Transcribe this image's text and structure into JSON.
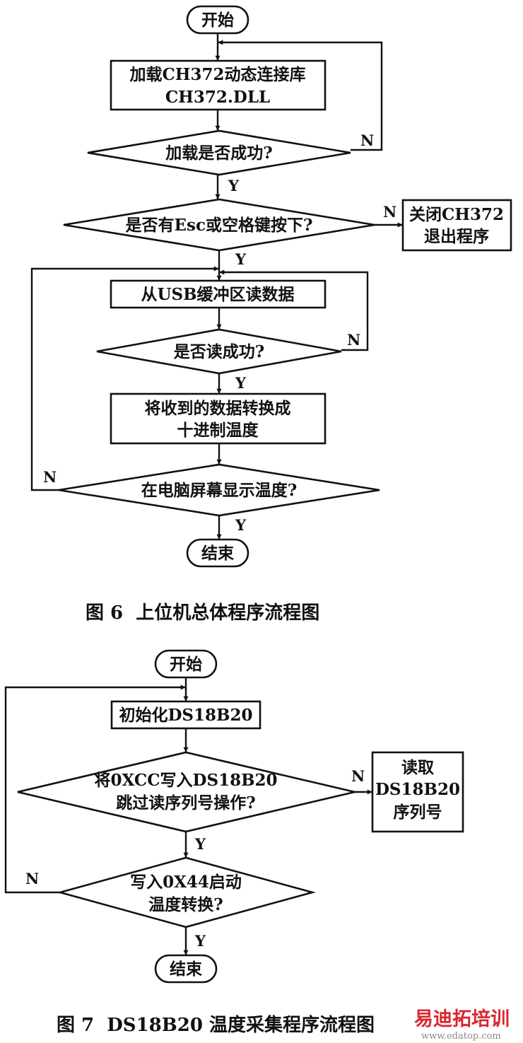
{
  "colors": {
    "ink": "#111111",
    "watermark_red": "#d9272e",
    "watermark_gray": "#8a8a8a"
  },
  "fig6": {
    "start": "开始",
    "load_lib": [
      "加载CH372动态连接库",
      "CH372.DLL"
    ],
    "load_ok": "加载是否成功?",
    "esc_check": "是否有Esc或空格键按下?",
    "close": [
      "关闭CH372",
      "退出程序"
    ],
    "read_usb": "从USB缓冲区读数据",
    "read_ok": "是否读成功?",
    "convert": [
      "将收到的数据转换成",
      "十进制温度"
    ],
    "display": "在电脑屏幕显示温度?",
    "end": "结束",
    "caption": "图 6  上位机总体程序流程图"
  },
  "fig7": {
    "start": "开始",
    "init": "初始化DS18B20",
    "write_cc": [
      "将0XCC写入DS18B20",
      "跳过读序列号操作?"
    ],
    "read_serial": [
      "读取",
      "DS18B20",
      "序列号"
    ],
    "write_44": [
      "写入0X44启动",
      "温度转换?"
    ],
    "end": "结束",
    "caption": "图 7  DS18B20 温度采集程序流程图"
  },
  "labels": {
    "yes": "Y",
    "no": "N"
  },
  "watermark": {
    "brand": "易迪拓培训",
    "url": "www.edatop.com"
  }
}
